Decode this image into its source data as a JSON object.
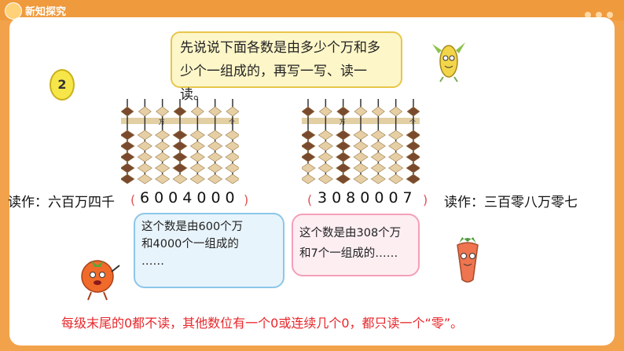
{
  "header": {
    "title": "新知探究"
  },
  "problem_number": "2",
  "instruction": {
    "line1": "先说说下面各数是由多少个万和多",
    "line2": "少个一组成的，再写一写、读一读。"
  },
  "abacus_labels": {
    "wan": "万",
    "ge": "个"
  },
  "left_example": {
    "read_label": "读作：六百万四千",
    "number": "6004000",
    "explain": [
      "这个数是由600个万",
      "和4000个一组成的",
      "……"
    ]
  },
  "right_example": {
    "read_label": "读作：三百零八万零七",
    "number": "3080007",
    "explain": [
      "这个数是由308个万",
      "和7个一组成的……"
    ]
  },
  "parens": {
    "open": "(",
    "close": ")"
  },
  "rule_text": "每级末尾的0都不读，其他数位有一个0或连续几个0，都只读一个“零”。",
  "colors": {
    "accent": "#ef9a3d",
    "rule": "#e8262a",
    "bead_dark": "#7a4a2e",
    "bead_light": "#e6cfa4"
  }
}
